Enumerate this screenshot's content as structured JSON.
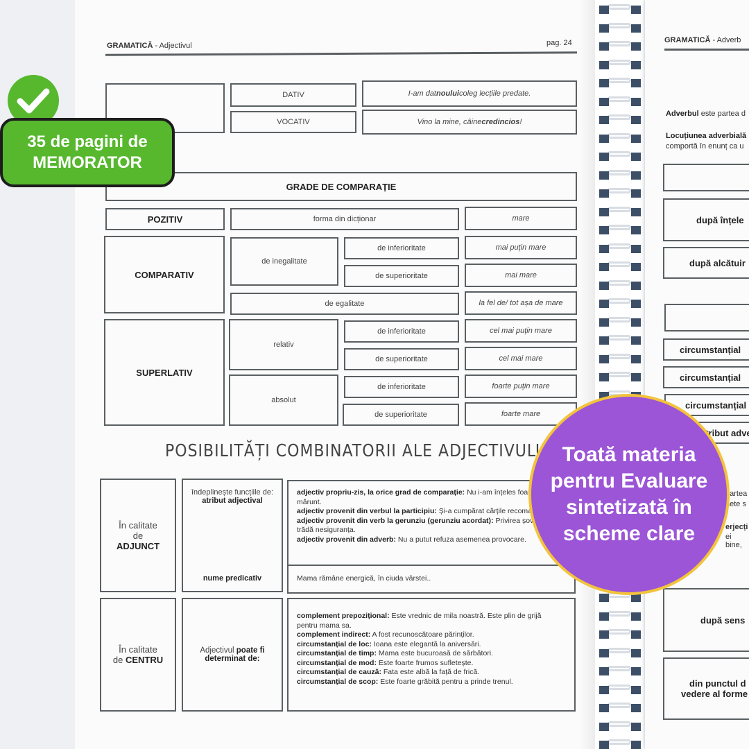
{
  "badge": {
    "line1": "35 de pagini de",
    "line2": "MEMORATOR",
    "color": "#57b82e",
    "check_color": "#57b82e"
  },
  "circle": {
    "text": "Toată materia pentru Evaluare sintetizată în scheme clare",
    "color": "#9b55d6",
    "border": "#f3c33c"
  },
  "left_page": {
    "header_bold": "GRAMATICĂ",
    "header_rest": " - Adjectivul",
    "page_number": "pag. 24",
    "cases": [
      {
        "label": "DATIV",
        "example_pre": "I-am dat ",
        "example_bold": "noului",
        "example_post": " coleg lecțiile predate."
      },
      {
        "label": "VOCATIV",
        "example_pre": "Vino la mine, câine ",
        "example_bold": "credincios",
        "example_post": "!"
      }
    ],
    "grades_title": "GRADE DE COMPARAȚIE",
    "pozitiv": {
      "label": "POZITIV",
      "desc": "forma din dicționar",
      "example": "mare"
    },
    "comparativ": {
      "label": "COMPARATIV",
      "inegalitate": "de inegalitate",
      "inferioritate": "de inferioritate",
      "inferioritate_ex": "mai puțin mare",
      "superioritate": "de superioritate",
      "superioritate_ex": "mai mare",
      "egalitate": "de egalitate",
      "egalitate_ex": "la fel de/ tot așa de mare"
    },
    "superlativ": {
      "label": "SUPERLATIV",
      "relativ": "relativ",
      "absolut": "absolut",
      "rel_inf": "de inferioritate",
      "rel_inf_ex": "cel mai puțin mare",
      "rel_sup": "de superioritate",
      "rel_sup_ex": "cel mai mare",
      "abs_inf": "de inferioritate",
      "abs_inf_ex": "foarte puțin mare",
      "abs_sup": "de superioritate",
      "abs_sup_ex": "foarte mare"
    },
    "combo_title": "POSIBILITĂȚI COMBINATORII ALE ADJECTIVULUI",
    "adjunct": {
      "label_pre": "În calitate",
      "label_mid": "de",
      "label_bold": "ADJUNCT",
      "func_intro": "îndeplinește funcțiile de:",
      "func_bold": "atribut adjectival",
      "func_pred": "nume predicativ",
      "items": [
        {
          "t": "adjectiv propriu-zis, la orice grad de comparație:",
          "d": " Nu i-am înțeles foarte mărunt."
        },
        {
          "t": "adjectiv provenit din verbul la participiu:",
          "d": " Și-a cumpărat cărțile recomandate."
        },
        {
          "t": "adjectiv provenit din verb la gerunziu (gerunziu acordat):",
          "d": " Privirea șovăindă îi trădă nesiguranța."
        },
        {
          "t": "adjectiv provenit din adverb:",
          "d": " Nu a putut refuza asemenea provocare."
        }
      ],
      "pred_example": "Mama rămâne energică, în ciuda vârstei.."
    },
    "centru": {
      "label_pre": "În calitate",
      "label_mid": "de ",
      "label_bold": "CENTRU",
      "desc_pre": "Adjectivul ",
      "desc_bold1": "poate fi",
      "desc_bold2": "determinat de:",
      "items": [
        {
          "t": "complement prepozițional:",
          "d": " Este vrednic de mila noastră. Este plin de grijă pentru mama sa."
        },
        {
          "t": "complement indirect:",
          "d": " A fost recunoscătoare părinților."
        },
        {
          "t": "circumstanțial de loc:",
          "d": " Ioana este elegantă la aniversări."
        },
        {
          "t": "circumstanțial de timp:",
          "d": " Mama este bucuroasă de sărbători."
        },
        {
          "t": "circumstanțial de mod:",
          "d": " Este foarte frumos sufletește."
        },
        {
          "t": "circumstanțial de cauză:",
          "d": " Fata este albă la față de frică."
        },
        {
          "t": "circumstanțial de scop:",
          "d": " Este foarte grăbită pentru a prinde trenul."
        }
      ]
    }
  },
  "right_page": {
    "header_bold": "GRAMATICĂ",
    "header_rest": " - Adverb",
    "line1_bold": "Adverbul",
    "line1_rest": " este partea d",
    "line2_bold": "Locuțiunea adverbială",
    "line3": "comportă în enunț ca u",
    "box_intele": "după înțele",
    "box_alcatuire": "după alcătuir",
    "circ1": "circumstanțial",
    "circ2": "circumstanțial",
    "circ3": "circumstanțial",
    "atribut": "atribut adve",
    "frag1": "partea",
    "frag2": "nete s",
    "frag3": "erjecți",
    "frag4": "ei bine,",
    "box_sens": "după sens",
    "box_forma_1": "din punctul d",
    "box_forma_2": "vedere al forme"
  }
}
